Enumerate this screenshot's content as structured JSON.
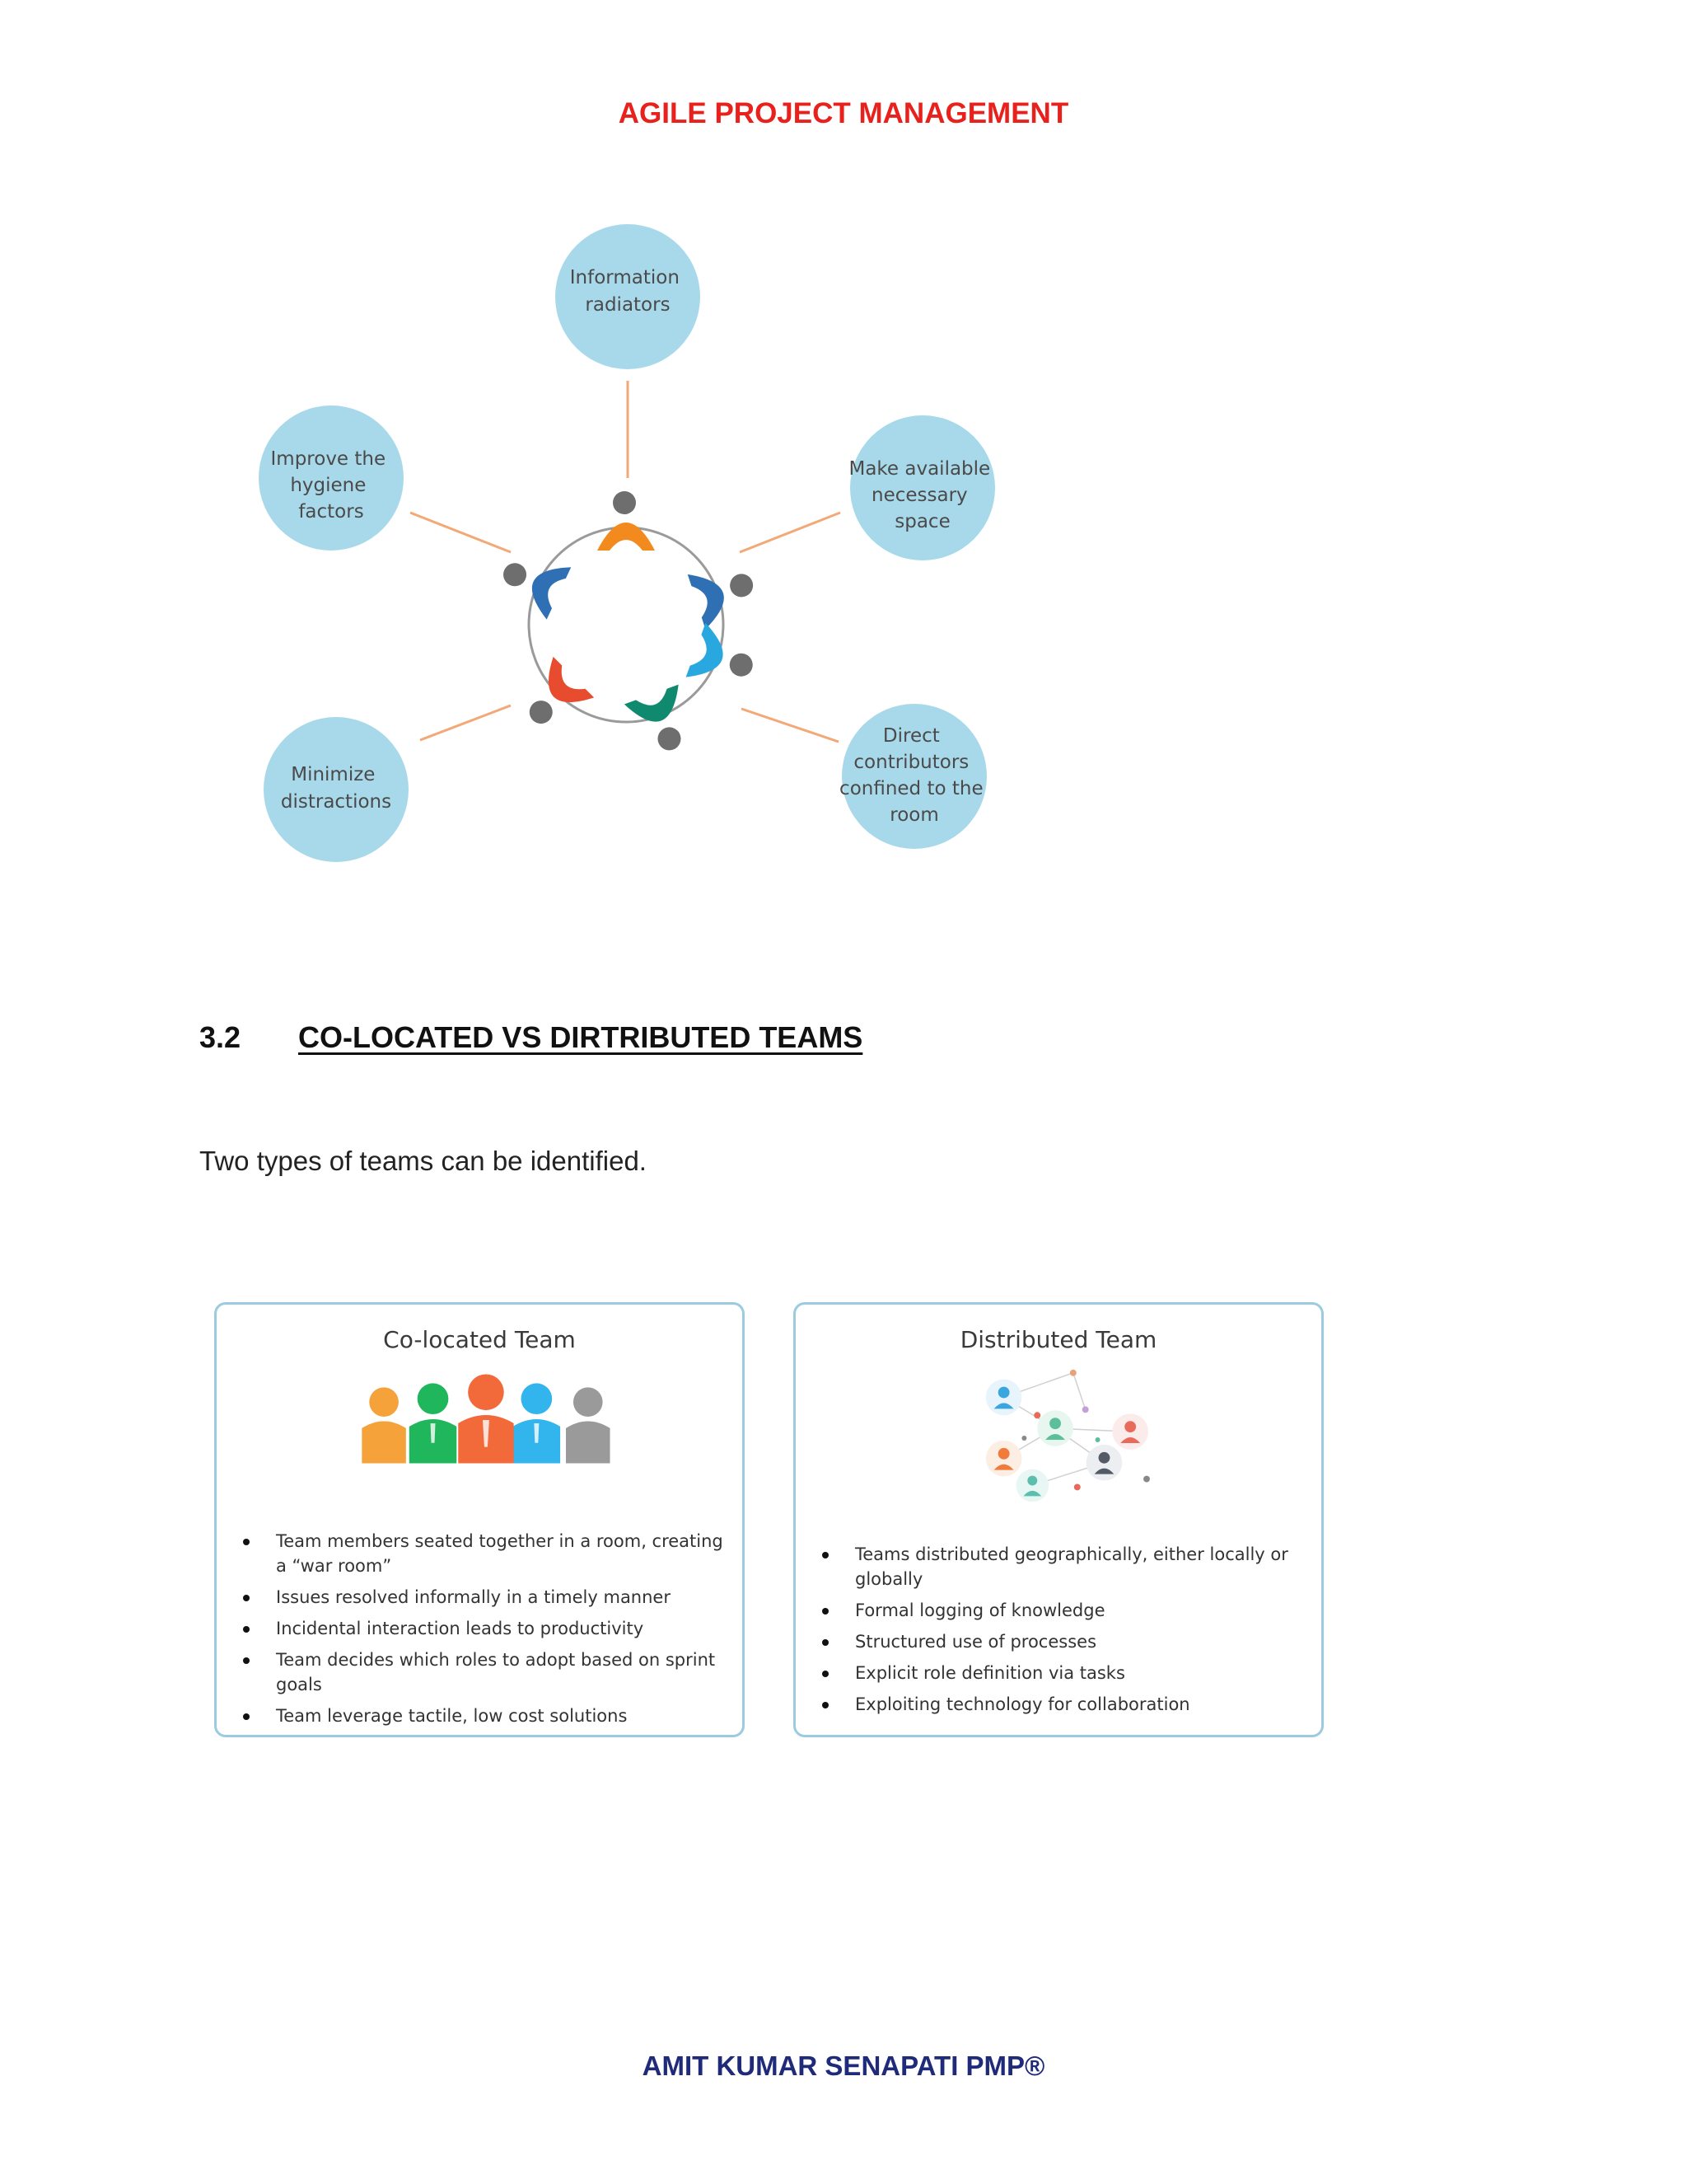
{
  "header": {
    "title": "AGILE PROJECT MANAGEMENT"
  },
  "diagram": {
    "nodes": [
      {
        "id": "info",
        "lines": [
          "Information",
          "radiators"
        ]
      },
      {
        "id": "space",
        "lines": [
          "Make available",
          "necessary",
          "space"
        ]
      },
      {
        "id": "direct",
        "lines": [
          "Direct",
          "contributors",
          "confined to the",
          "room"
        ]
      },
      {
        "id": "minimize",
        "lines": [
          "Minimize",
          "distractions"
        ]
      },
      {
        "id": "hygiene",
        "lines": [
          "Improve the",
          "hygiene",
          "factors"
        ]
      }
    ],
    "colors": {
      "bubble": "#a8d9ea",
      "connector": "#f2a877",
      "ring": "#9a9a9a",
      "person_orange": "#f28a1e",
      "person_blue": "#2f6fb3",
      "person_cyan": "#29a8df",
      "person_green": "#108a6e",
      "person_red": "#e84c2f",
      "person_head": "#6e6e6e"
    }
  },
  "section": {
    "number": "3.2",
    "title": "CO-LOCATED VS DIRTRIBUTED TEAMS",
    "intro": "Two types of teams can be identified."
  },
  "colocated": {
    "title": "Co-located Team",
    "items": [
      "Team members seated together in a room, creating a “war room”",
      "Issues resolved informally in a timely manner",
      "Incidental interaction leads to productivity",
      "Team decides which roles to adopt based on sprint goals",
      "Team leverage tactile, low cost solutions"
    ],
    "people_colors": [
      "#f6a23a",
      "#1fb65c",
      "#f2693a",
      "#32b4ec",
      "#9a9a9a"
    ]
  },
  "distributed": {
    "title": "Distributed Team",
    "items": [
      "Teams distributed geographically, either locally or globally",
      "Formal logging of knowledge",
      "Structured use of processes",
      "Explicit role definition via tasks",
      "Exploiting technology for collaboration"
    ],
    "people_colors": [
      "#3aa6e0",
      "#5cbf9a",
      "#e86a5a",
      "#f07b3a",
      "#555b66",
      "#5cbfae"
    ]
  },
  "footer": {
    "text": "AMIT KUMAR SENAPATI PMP®"
  }
}
